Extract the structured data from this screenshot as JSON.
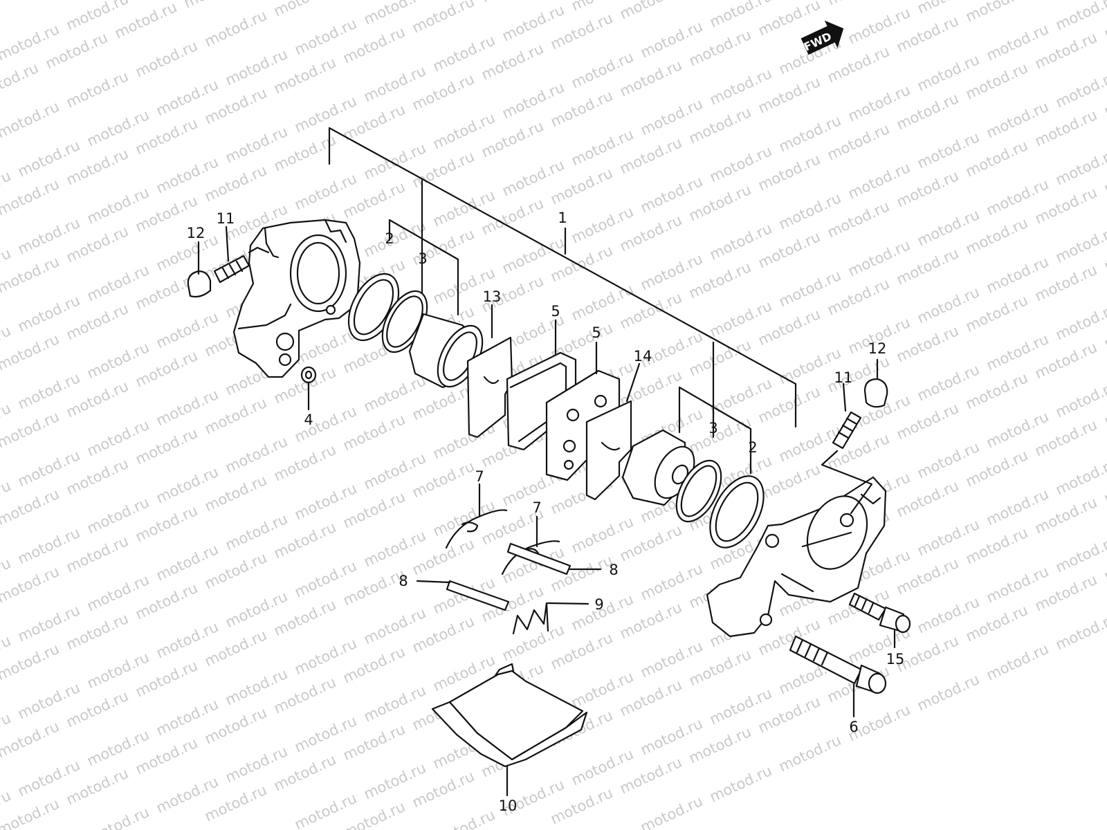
{
  "diagram": {
    "watermark_text": "motod.ru",
    "fwd_marker": "FWD",
    "callouts": {
      "c1": "1",
      "c2a": "2",
      "c2b": "2",
      "c3a": "3",
      "c3b": "3",
      "c4": "4",
      "c5a": "5",
      "c5b": "5",
      "c6": "6",
      "c7a": "7",
      "c7b": "7",
      "c8a": "8",
      "c8b": "8",
      "c9": "9",
      "c10": "10",
      "c11a": "11",
      "c11b": "11",
      "c12a": "12",
      "c12b": "12",
      "c13": "13",
      "c14": "14",
      "c15": "15"
    }
  }
}
